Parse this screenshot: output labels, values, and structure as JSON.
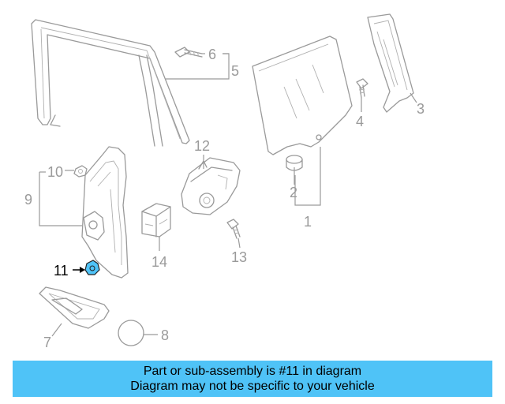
{
  "callouts": {
    "c1": "1",
    "c2": "2",
    "c3": "3",
    "c4": "4",
    "c5": "5",
    "c6": "6",
    "c7": "7",
    "c8": "8",
    "c9": "9",
    "c10": "10",
    "c11": "11",
    "c12": "12",
    "c13": "13",
    "c14": "14"
  },
  "highlight_color": "#4fc3f7",
  "banner": {
    "line1": "Part or sub-assembly is #11 in diagram",
    "line2": "Diagram may not be specific to your vehicle"
  }
}
